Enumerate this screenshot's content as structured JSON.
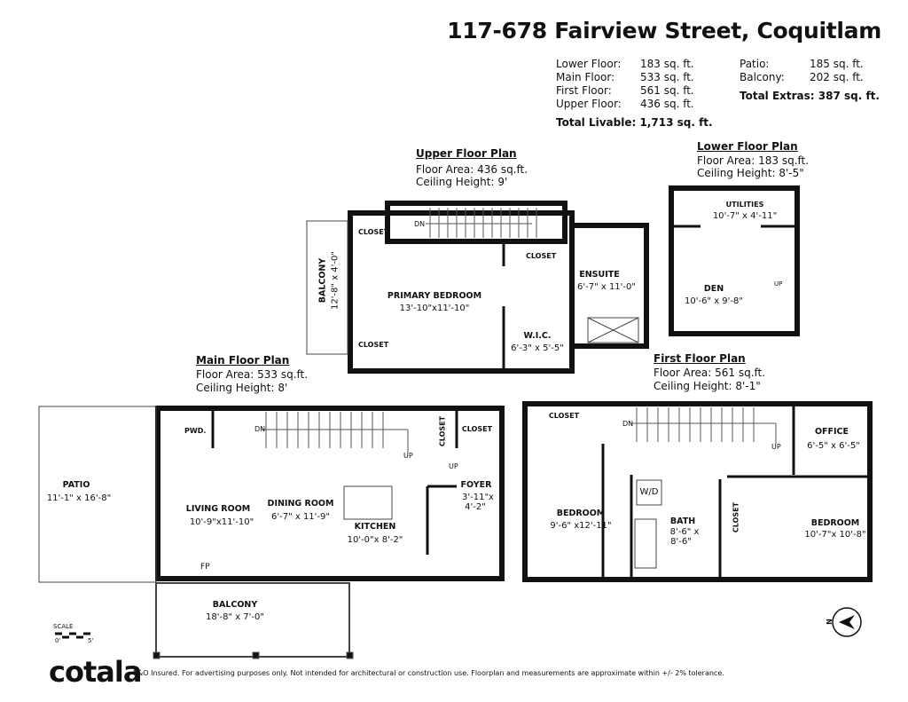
{
  "title": "117-678 Fairview Street, Coquitlam",
  "summary": {
    "livable": [
      {
        "label": "Lower Floor:",
        "value": "183 sq. ft."
      },
      {
        "label": "Main Floor:",
        "value": "533 sq. ft."
      },
      {
        "label": "First Floor:",
        "value": "561 sq. ft."
      },
      {
        "label": "Upper Floor:",
        "value": "436 sq. ft."
      }
    ],
    "total_livable": "Total Livable: 1,713 sq. ft.",
    "extras": [
      {
        "label": "Patio:",
        "value": "185 sq. ft."
      },
      {
        "label": "Balcony:",
        "value": "202 sq. ft."
      }
    ],
    "total_extras": "Total Extras: 387 sq. ft."
  },
  "plans": {
    "upper": {
      "heading": "Upper Floor Plan",
      "area": "Floor Area: 436 sq.ft.",
      "ceiling": "Ceiling Height: 9'"
    },
    "lower": {
      "heading": "Lower Floor Plan",
      "area": "Floor Area: 183 sq.ft.",
      "ceiling": "Ceiling Height: 8'-5\""
    },
    "main": {
      "heading": "Main Floor Plan",
      "area": "Floor Area: 533 sq.ft.",
      "ceiling": "Ceiling Height: 8'"
    },
    "first": {
      "heading": "First Floor Plan",
      "area": "Floor Area: 561 sq.ft.",
      "ceiling": "Ceiling Height: 8'-1\""
    }
  },
  "rooms": {
    "upper": {
      "closet1": "CLOSET",
      "closet2": "CLOSET",
      "closet3": "CLOSET",
      "balcony": "BALCONY",
      "balcony_dims": "12'-8\" x 4'-0\"",
      "primary": "PRIMARY BEDROOM",
      "primary_dims": "13'-10\"x11'-10\"",
      "ensuite": "ENSUITE",
      "ensuite_dims": "6'-7\" x 11'-0\"",
      "wic": "W.I.C.",
      "wic_dims": "6'-3\" x 5'-5\"",
      "dn": "DN"
    },
    "lower": {
      "utilities": "UTILITIES",
      "utilities_dims": "10'-7\" x 4'-11\"",
      "den": "DEN",
      "den_dims": "10'-6\" x 9'-8\"",
      "up": "UP"
    },
    "main": {
      "pwd": "PWD.",
      "closet1": "CLOSET",
      "closet2": "CLOSET",
      "patio": "PATIO",
      "patio_dims": "11'-1\" x 16'-8\"",
      "living": "LIVING ROOM",
      "living_dims": "10'-9\"x11'-10\"",
      "dining": "DINING ROOM",
      "dining_dims": "6'-7\" x 11'-9\"",
      "kitchen": "KITCHEN",
      "kitchen_dims": "10'-0\"x 8'-2\"",
      "foyer": "FOYER",
      "foyer_dims1": "3'-11\"x",
      "foyer_dims2": "4'-2\"",
      "balcony": "BALCONY",
      "balcony_dims": "18'-8\" x 7'-0\"",
      "fp": "FP",
      "dn": "DN",
      "up1": "UP",
      "up2": "UP"
    },
    "first": {
      "closet1": "CLOSET",
      "closet2": "CLOSET",
      "office": "OFFICE",
      "office_dims": "6'-5\" x 6'-5\"",
      "bed1": "BEDROOM",
      "bed1_dims": "9'-6\" x12'-11\"",
      "wd": "W/D",
      "bath": "BATH",
      "bath_dims1": "8'-6\" x",
      "bath_dims2": "8'-6\"",
      "bed2": "BEDROOM",
      "bed2_dims": "10'-7\"x 10'-8\"",
      "dn": "DN",
      "up": "UP"
    }
  },
  "scale": {
    "label": "SCALE",
    "min": "0'",
    "max": "5'"
  },
  "compass": {
    "letter": "N"
  },
  "brand": {
    "logo": "cotala"
  },
  "disclaimer": "E&O Insured. For advertising purposes only. Not intended for architectural or construction use. Floorplan and measurements are approximate within +/- 2% tolerance."
}
